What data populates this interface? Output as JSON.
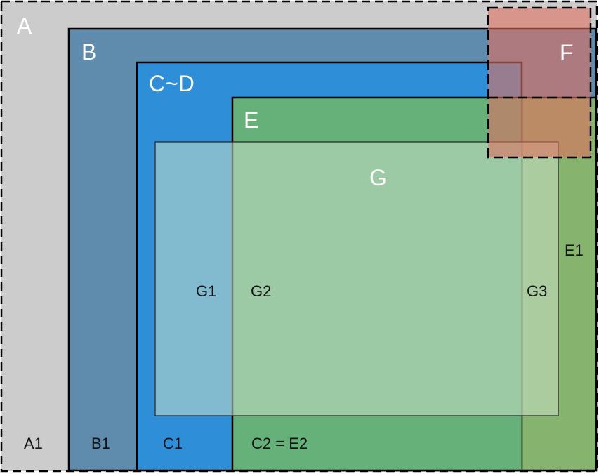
{
  "diagram": {
    "sets": {
      "A": {
        "label": "A",
        "fill": "#cccccc"
      },
      "B": {
        "label": "B",
        "fill": "#5f8bad"
      },
      "CD": {
        "label": "C~D",
        "fill": "#2e8fd8"
      },
      "E": {
        "label": "E",
        "fill": "#66b07a"
      },
      "G": {
        "label": "G",
        "fill": "#c8e0c8"
      },
      "F": {
        "label": "F",
        "fill": "#e07060"
      }
    },
    "regions": {
      "A1": "A1",
      "B1": "B1",
      "C1": "C1",
      "C2E2": "C2 = E2",
      "E1": "E1",
      "G1": "G1",
      "G2": "G2",
      "G3": "G3"
    },
    "colors": {
      "outline": "#000000",
      "e1_strip": "#86b46e",
      "background": "#ffffff"
    }
  }
}
